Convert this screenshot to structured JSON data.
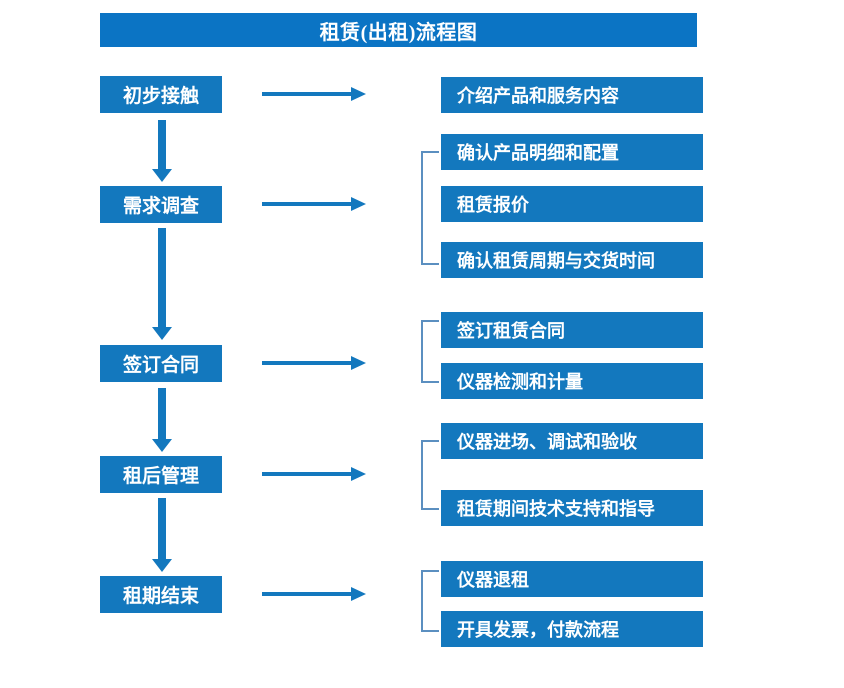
{
  "chart_data": {
    "type": "diagram",
    "title": "租赁(出租)流程图",
    "diagram_kind": "flowchart",
    "orientation": "vertical-with-branches",
    "stages": [
      {
        "id": "stage-1",
        "label": "初步接触",
        "details": [
          "介绍产品和服务内容"
        ],
        "grouped": false
      },
      {
        "id": "stage-2",
        "label": "需求调查",
        "details": [
          "确认产品明细和配置",
          "租赁报价",
          "确认租赁周期与交货时间"
        ],
        "grouped": true
      },
      {
        "id": "stage-3",
        "label": "签订合同",
        "details": [
          "签订租赁合同",
          "仪器检测和计量"
        ],
        "grouped": true
      },
      {
        "id": "stage-4",
        "label": "租后管理",
        "details": [
          "仪器进场、调试和验收",
          "租赁期间技术支持和指导"
        ],
        "grouped": true
      },
      {
        "id": "stage-5",
        "label": "租期结束",
        "details": [
          "仪器退租",
          "开具发票，付款流程"
        ],
        "grouped": true
      }
    ]
  },
  "header": {
    "title": "租赁(出租)流程图"
  },
  "stages": [
    {
      "label": "初步接触"
    },
    {
      "label": "需求调查"
    },
    {
      "label": "签订合同"
    },
    {
      "label": "租后管理"
    },
    {
      "label": "租期结束"
    }
  ],
  "details": [
    {
      "label": "介绍产品和服务内容"
    },
    {
      "label": "确认产品明细和配置"
    },
    {
      "label": "租赁报价"
    },
    {
      "label": "确认租赁周期与交货时间"
    },
    {
      "label": "签订租赁合同"
    },
    {
      "label": "仪器检测和计量"
    },
    {
      "label": "仪器进场、调试和验收"
    },
    {
      "label": "租赁期间技术支持和指导"
    },
    {
      "label": "仪器退租"
    },
    {
      "label": "开具发票，付款流程"
    }
  ],
  "colors": {
    "title_bar": "#0b74c4",
    "node_fill": "#1378be",
    "node_text": "#ffffff",
    "arrow": "#1378be",
    "bracket": "#5b8fc0",
    "background": "#ffffff"
  }
}
